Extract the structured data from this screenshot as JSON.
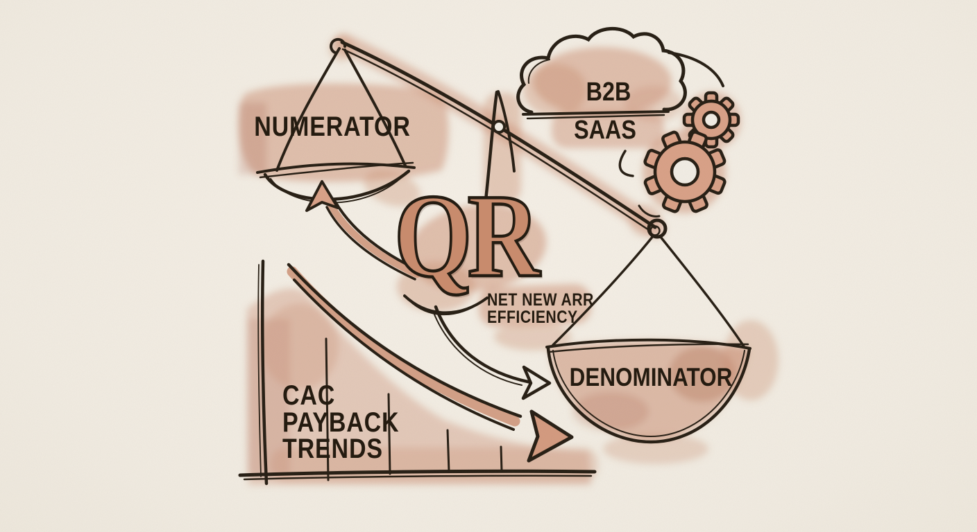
{
  "scene": {
    "description": "Hand-drawn watercolor sketch: a balance scale weighing NUMERATOR against DENOMINATOR for the QR (Net New ARR Efficiency) metric in B2B SaaS, beside a declining CAC payback trend chart",
    "background_color": "#f3eee4",
    "ink_color": "#241c12",
    "wash_color": "#cb8f74",
    "wash_dark_color": "#a96047"
  },
  "monogram": {
    "text": "QR",
    "subtitle_line1": "NET NEW ARR",
    "subtitle_line2": "EFFICIENCY"
  },
  "scale": {
    "left_pan_label": "NUMERATOR",
    "right_pan_label": "DENOMINATOR"
  },
  "cloud": {
    "line1": "B2B",
    "line2": "SAAS"
  },
  "chart": {
    "title_line1": "CAC",
    "title_line2": "PAYBACK",
    "title_line3": "TRENDS",
    "type": "line",
    "trend": "declining curve ending in a right-pointing arrow",
    "gridline_count": 4,
    "axes_labeled": false
  },
  "icons": {
    "balance_scale": "balance-scale-icon",
    "cloud": "cloud-icon",
    "gear_small": "gear-icon",
    "gear_large": "gear-icon",
    "arrow_to_numerator": "curved-arrow-up-icon",
    "arrow_to_denominator": "curved-arrow-down-icon",
    "trend_arrow": "declining-trend-arrow-icon"
  }
}
